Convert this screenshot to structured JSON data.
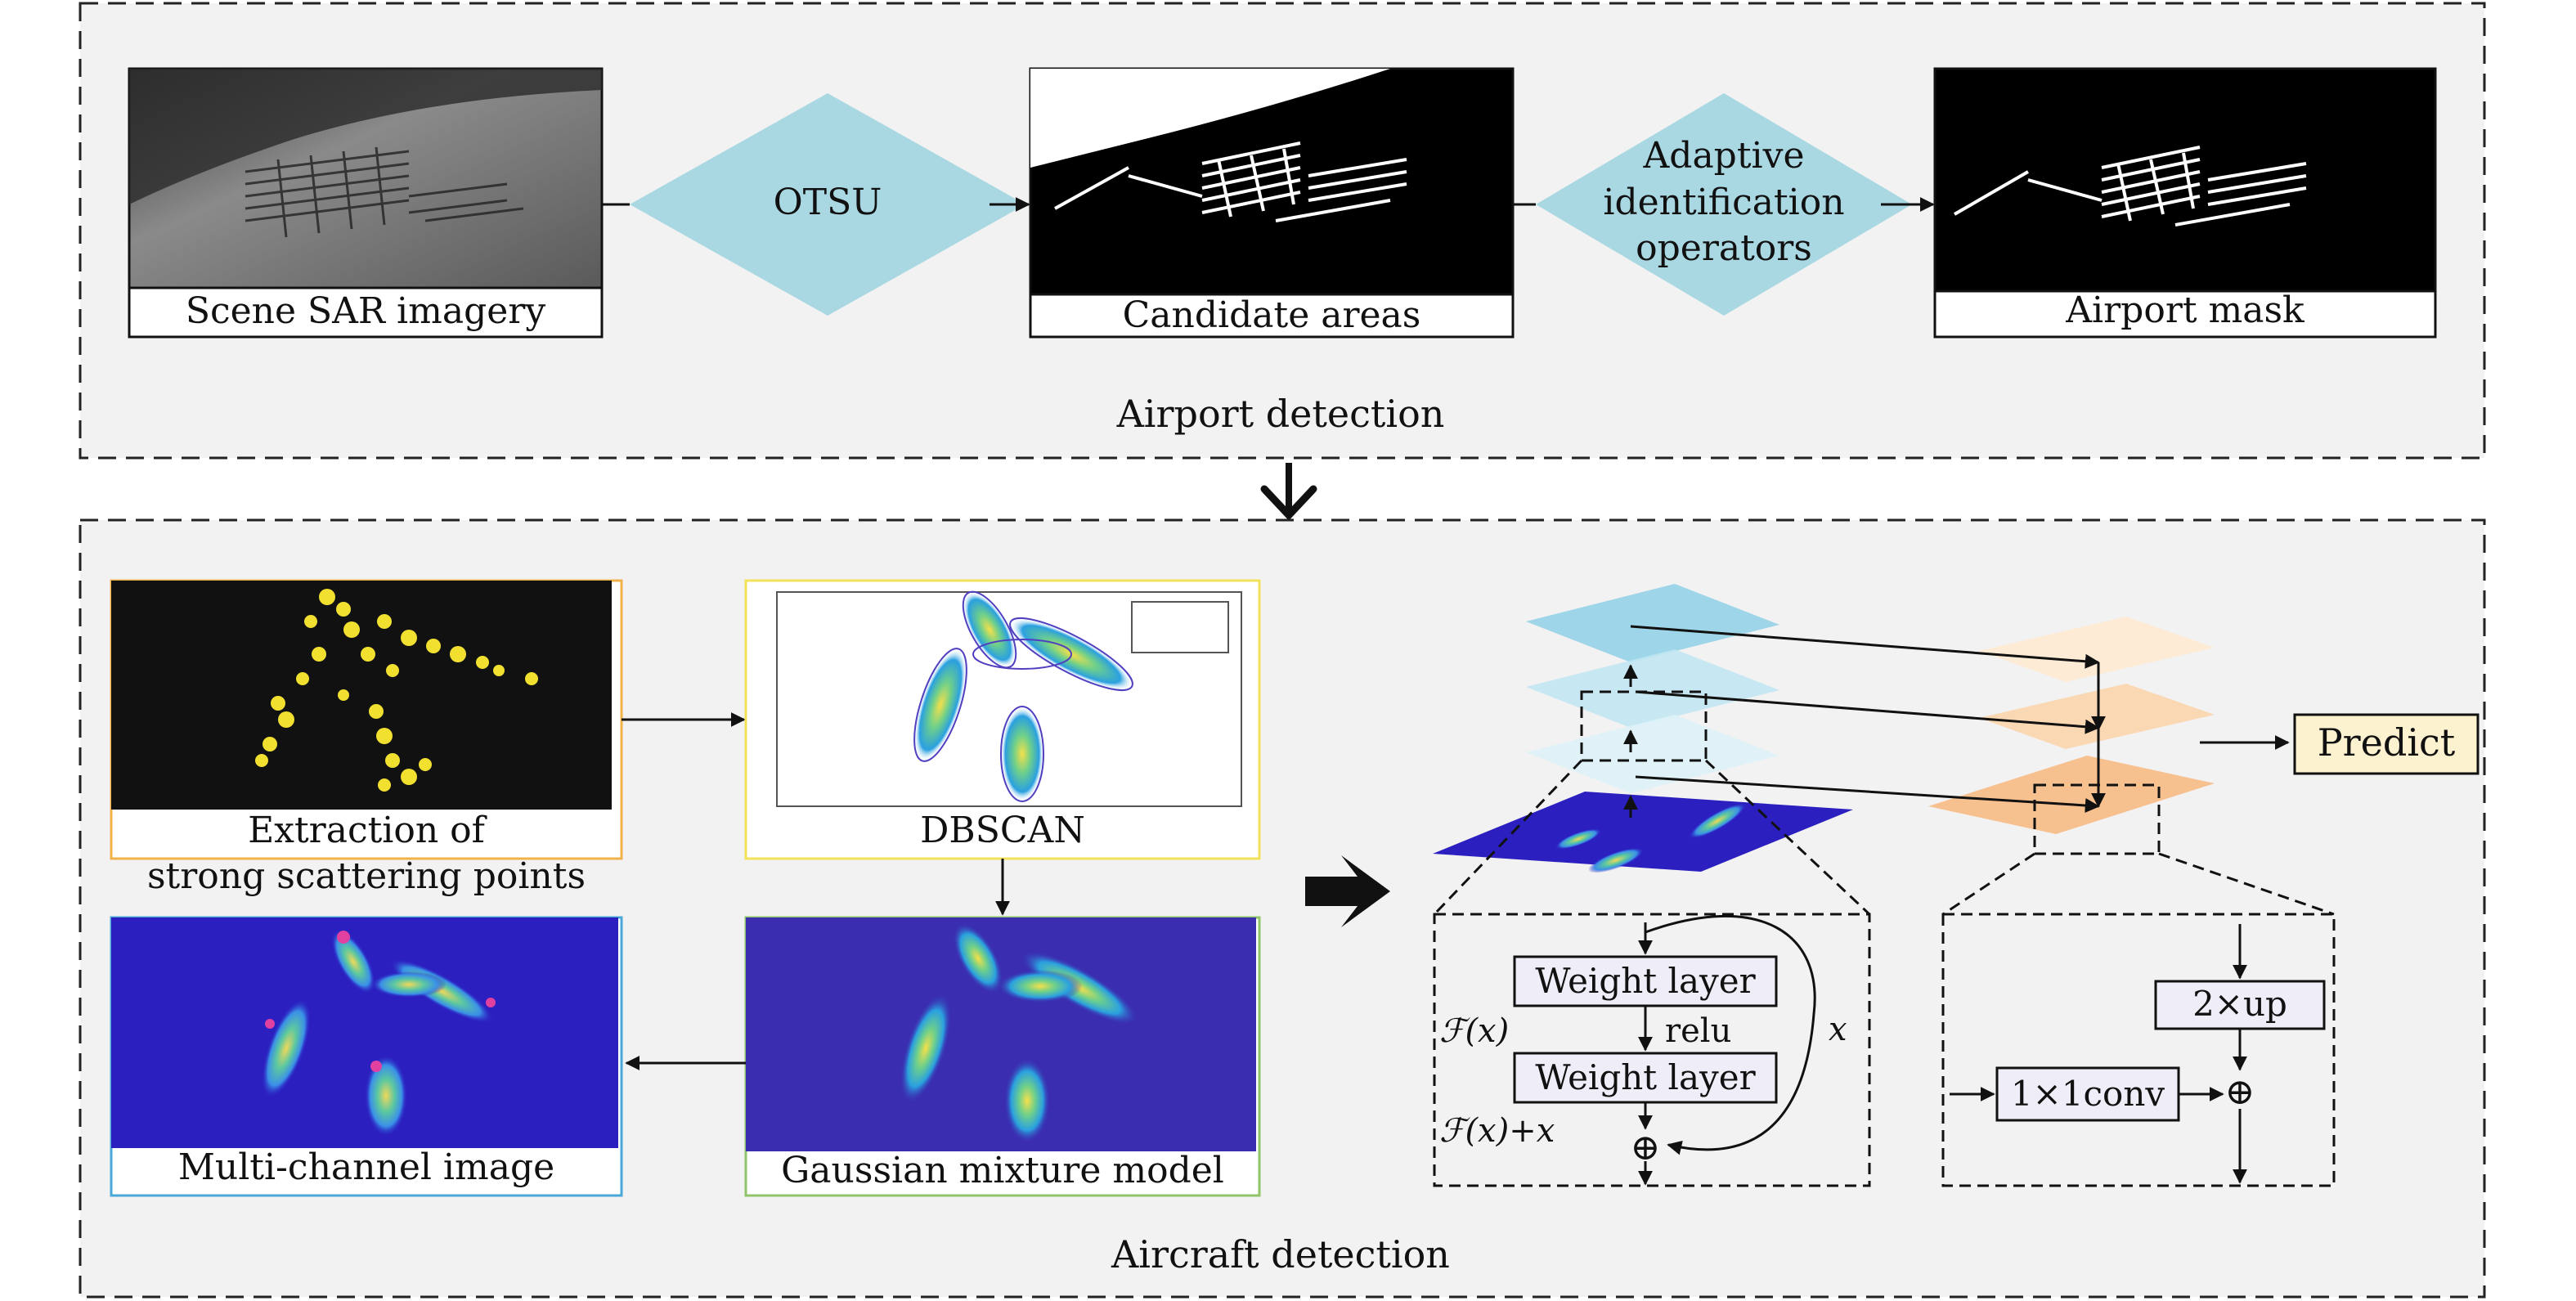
{
  "top_panel": {
    "caption": "Airport detection",
    "scene_label": "Scene SAR imagery",
    "otsu_label": "OTSU",
    "candidate_label": "Candidate areas",
    "adaptive_line1": "Adaptive",
    "adaptive_line2": "identification",
    "adaptive_line3": "operators",
    "mask_label": "Airport mask"
  },
  "bottom_panel": {
    "caption": "Aircraft detection",
    "extraction_line1": "Extraction of",
    "extraction_line2": "strong scattering points",
    "dbscan_label": "DBSCAN",
    "multichannel_label": "Multi-channel image",
    "gmm_label": "Gaussian mixture model",
    "predict_label": "Predict",
    "residual": {
      "weight_layer_1": "Weight layer",
      "weight_layer_2": "Weight layer",
      "relu": "relu",
      "fx": "ℱ(x)",
      "fx_plus_x": "ℱ(x)+x",
      "x": "x",
      "plus": "⊕"
    },
    "fpn": {
      "up": "2×up",
      "conv": "1×1conv",
      "plus": "⊕"
    }
  },
  "colors": {
    "panel_bg": "#f2f2f2",
    "diamond": "#a9d8e3",
    "predict_box": "#fdf2cf",
    "layer_blue_dark": "#8fd0e6",
    "layer_blue_mid": "#bfe6f2",
    "layer_blue_light": "#ddf2f8",
    "layer_orange_dark": "#f7c08f",
    "layer_orange_mid": "#fbd8b4",
    "layer_orange_light": "#fdebd6",
    "heatmap_bg": "#3a2db0",
    "extraction_border": "#f0b34a",
    "dbscan_border": "#f2e25a",
    "multichannel_border": "#4aa8d8",
    "gmm_border": "#8fc46b"
  },
  "icons": {
    "down_arrow": "chevron-down-arrow-icon",
    "right_arrow": "bold-right-arrow-icon"
  }
}
